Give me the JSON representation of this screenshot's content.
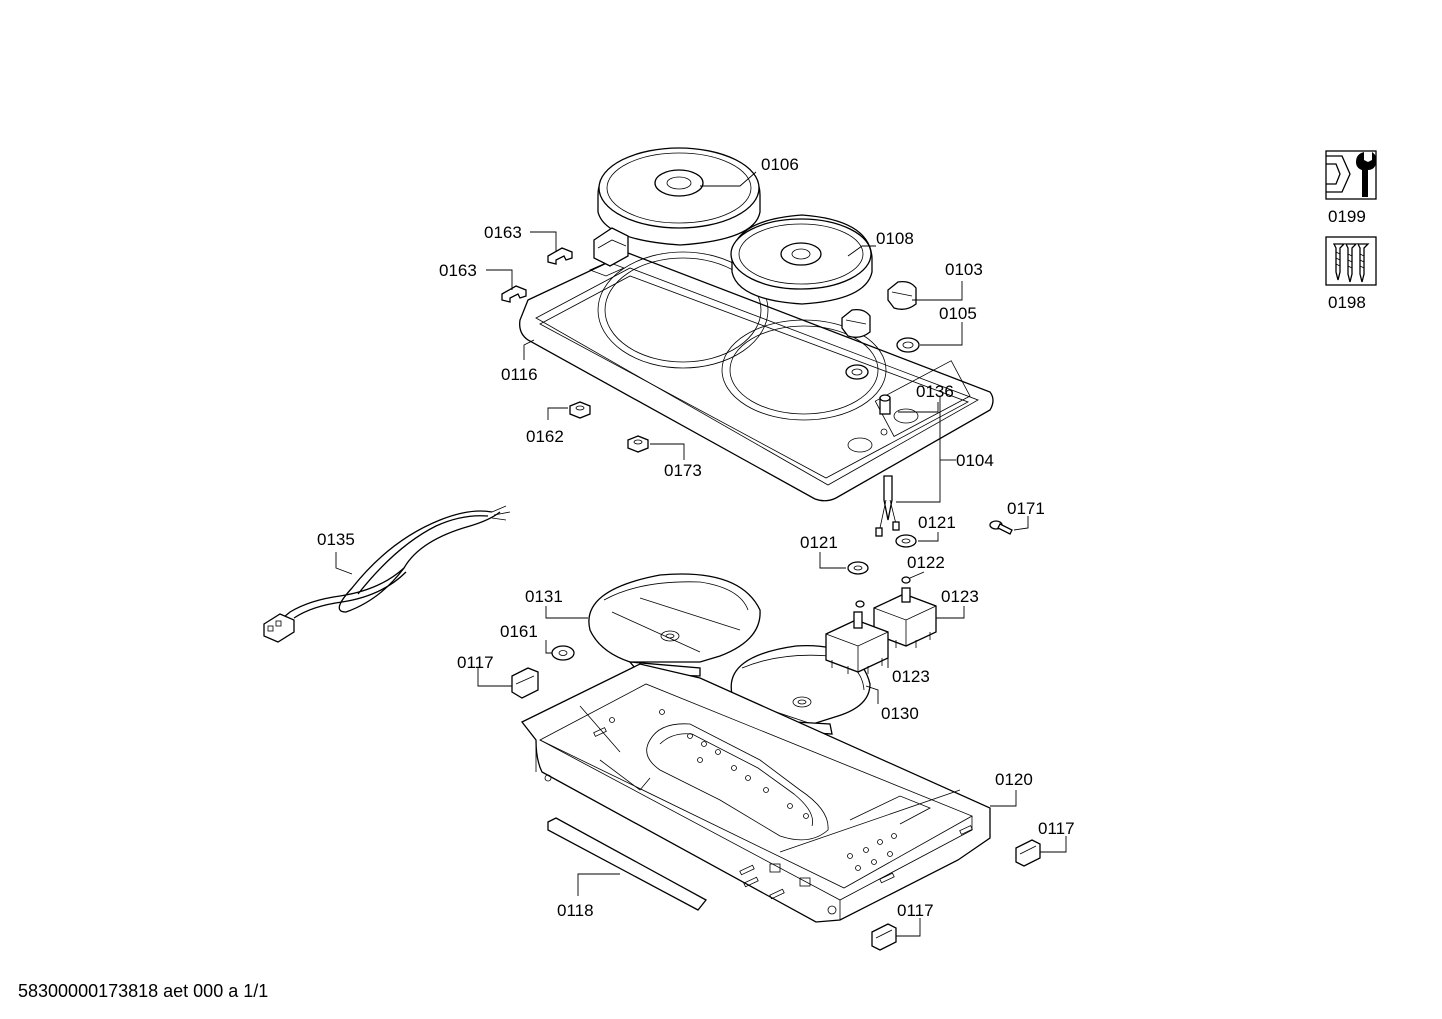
{
  "labels": {
    "l0106": "0106",
    "l0108": "0108",
    "l0103": "0103",
    "l0105": "0105",
    "l0163a": "0163",
    "l0163b": "0163",
    "l0116": "0116",
    "l0136": "0136",
    "l0104": "0104",
    "l0162": "0162",
    "l0173": "0173",
    "l0171": "0171",
    "l0121a": "0121",
    "l0121b": "0121",
    "l0122": "0122",
    "l0135": "0135",
    "l0131": "0131",
    "l0123a": "0123",
    "l0123b": "0123",
    "l0161": "0161",
    "l0117a": "0117",
    "l0117b": "0117",
    "l0117c": "0117",
    "l0130": "0130",
    "l0120": "0120",
    "l0118": "0118",
    "l0199": "0199",
    "l0198": "0198"
  },
  "footer": "58300000173818 aet 000 a 1/1",
  "icons": {
    "service": "wrench-nut-icon",
    "screws": "screw-set-icon"
  }
}
